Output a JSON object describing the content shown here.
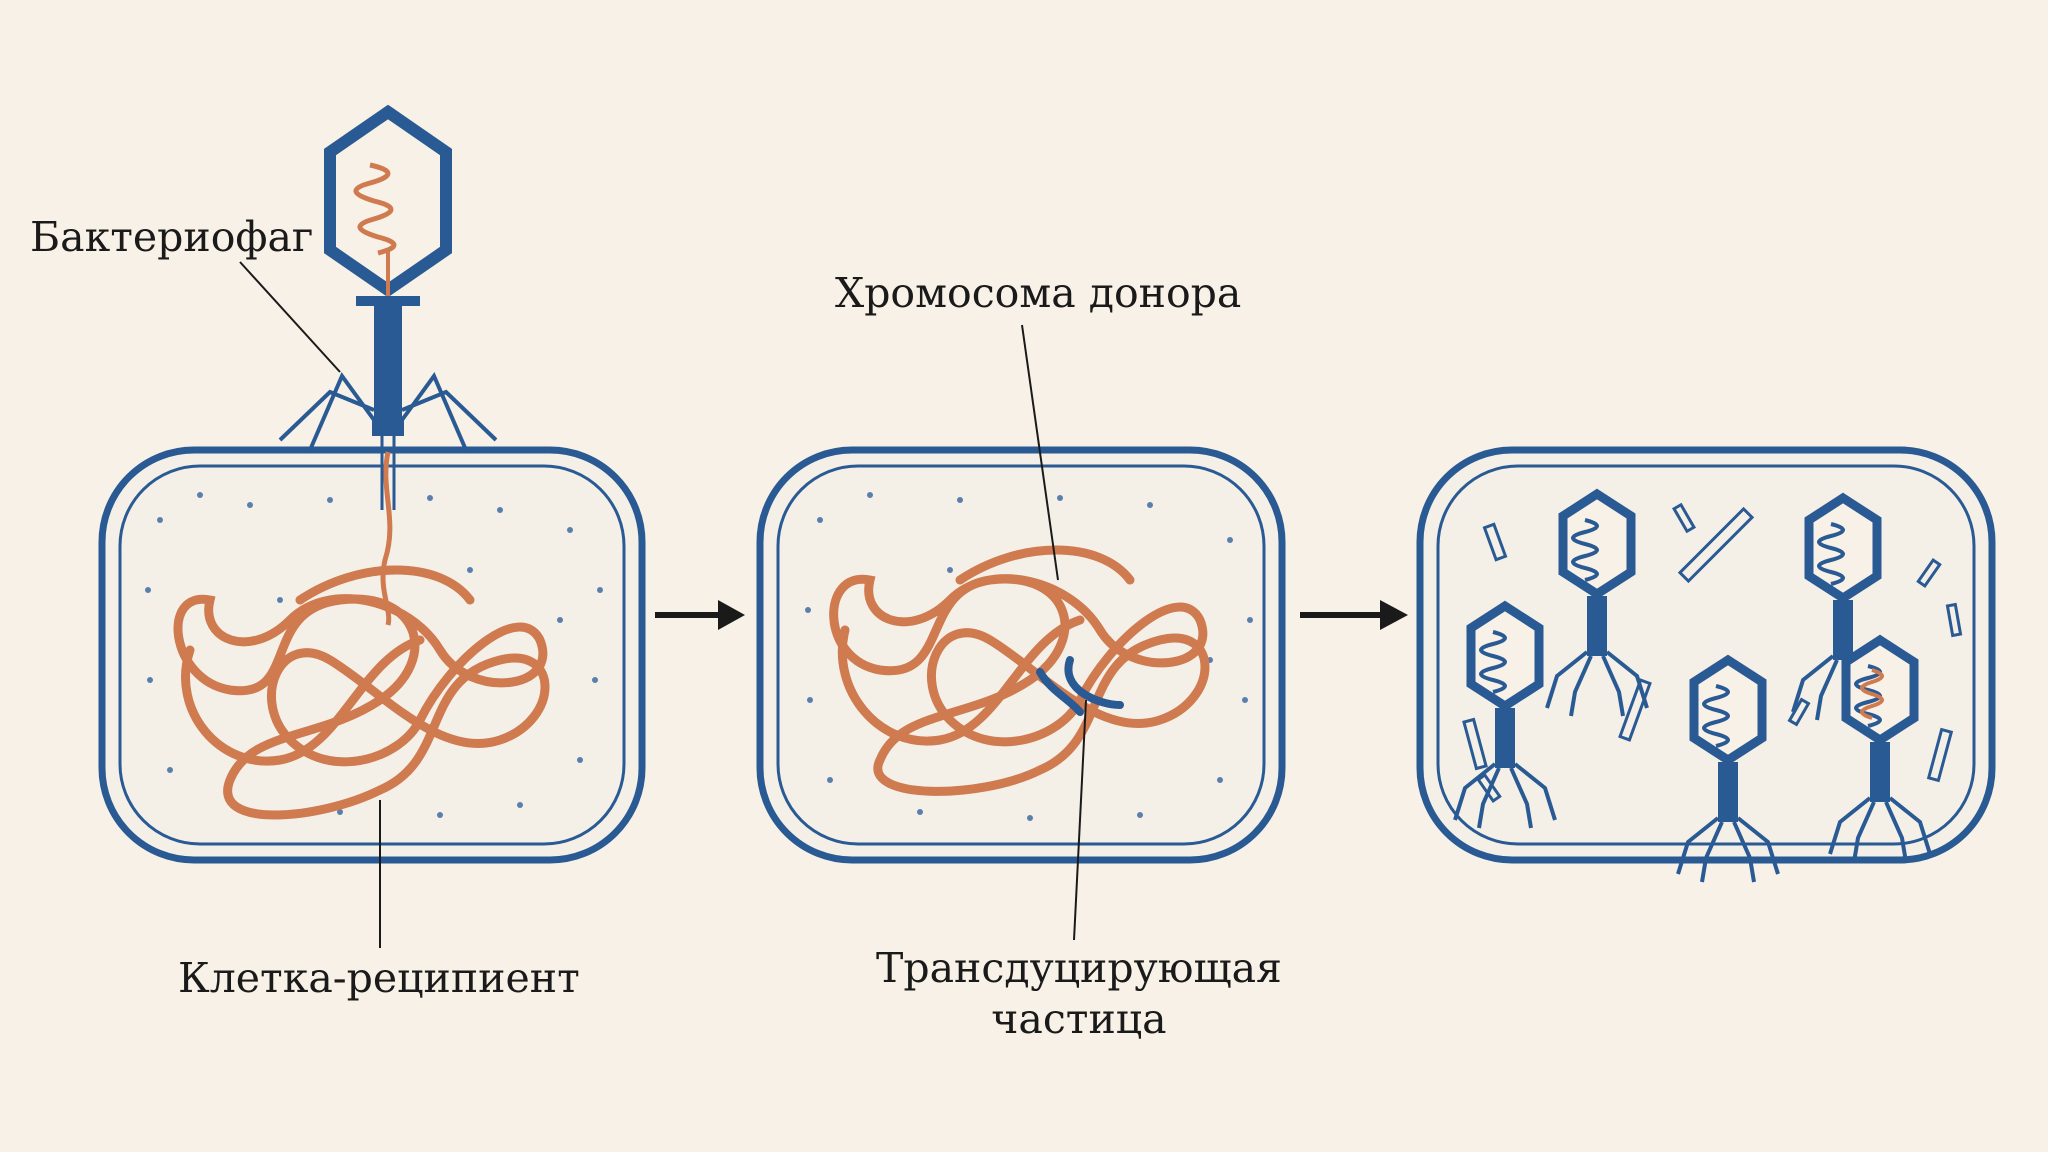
{
  "labels": {
    "bacteriophage": "Бактериофаг",
    "donor_chromosome": "Хромосома донора",
    "recipient_cell": "Клетка-реципиент",
    "transducing_particle_line1": "Трансдуцирующая",
    "transducing_particle_line2": "частица"
  },
  "colors": {
    "background": "#f8f1e7",
    "cell_outline": "#2a5a93",
    "cell_fill": "#f4f0e8",
    "dna": "#cf7a4f",
    "phage": "#2a5a93",
    "leader_line": "#1a1a1a"
  },
  "icons": [
    "bacteriophage-icon",
    "bacterial-cell-icon",
    "arrow-right-icon",
    "chromosome-icon"
  ]
}
